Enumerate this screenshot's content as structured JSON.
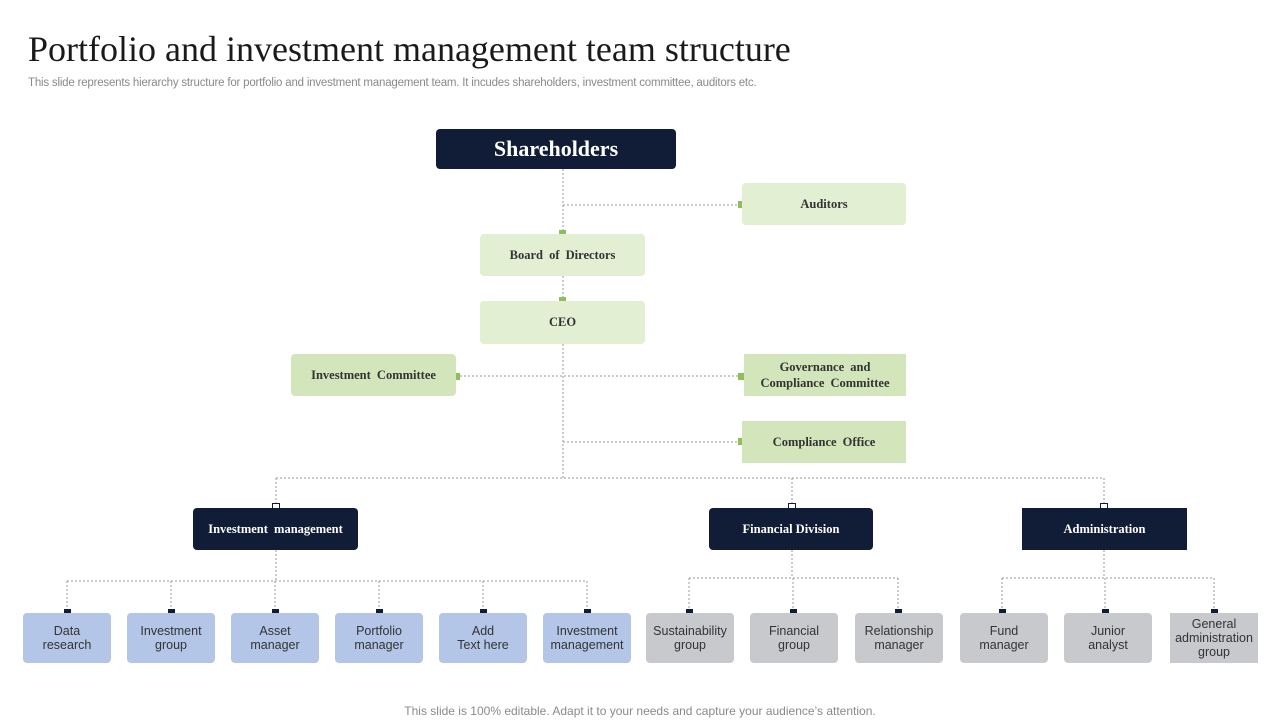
{
  "title": "Portfolio and investment management team structure",
  "subtitle": "This slide represents hierarchy structure for portfolio and investment management team. It incudes shareholders, investment committee, auditors etc.",
  "footer": "This slide is 100% editable. Adapt it to your needs and capture your audience’s attention.",
  "nodes": {
    "shareholders": "Shareholders",
    "auditors": "Auditors",
    "board": "Board of Directors",
    "ceo": "CEO",
    "investment_committee": "Investment Committee",
    "governance": "Governance and\nCompliance Committee",
    "compliance_office": "Compliance Office",
    "investment_management": "Investment management",
    "financial_division": "Financial Division",
    "administration": "Administration"
  },
  "leaves": {
    "investment_management": [
      "Data\nresearch",
      "Investment\ngroup",
      "Asset\nmanager",
      "Portfolio\nmanager",
      "Add\nText here",
      "Investment\nmanagement"
    ],
    "financial_division": [
      "Sustainability\ngroup",
      "Financial\ngroup",
      "Relationship\nmanager"
    ],
    "administration": [
      "Fund\nmanager",
      "Junior\nanalyst",
      "General\nadministration\ngroup"
    ]
  },
  "colors": {
    "dark_navy": "#111c36",
    "light_green": "#e2efd2",
    "green_marker": "#8dc05a",
    "leaf_blue": "#b4c6e7",
    "leaf_grey": "#c7c9cc"
  }
}
